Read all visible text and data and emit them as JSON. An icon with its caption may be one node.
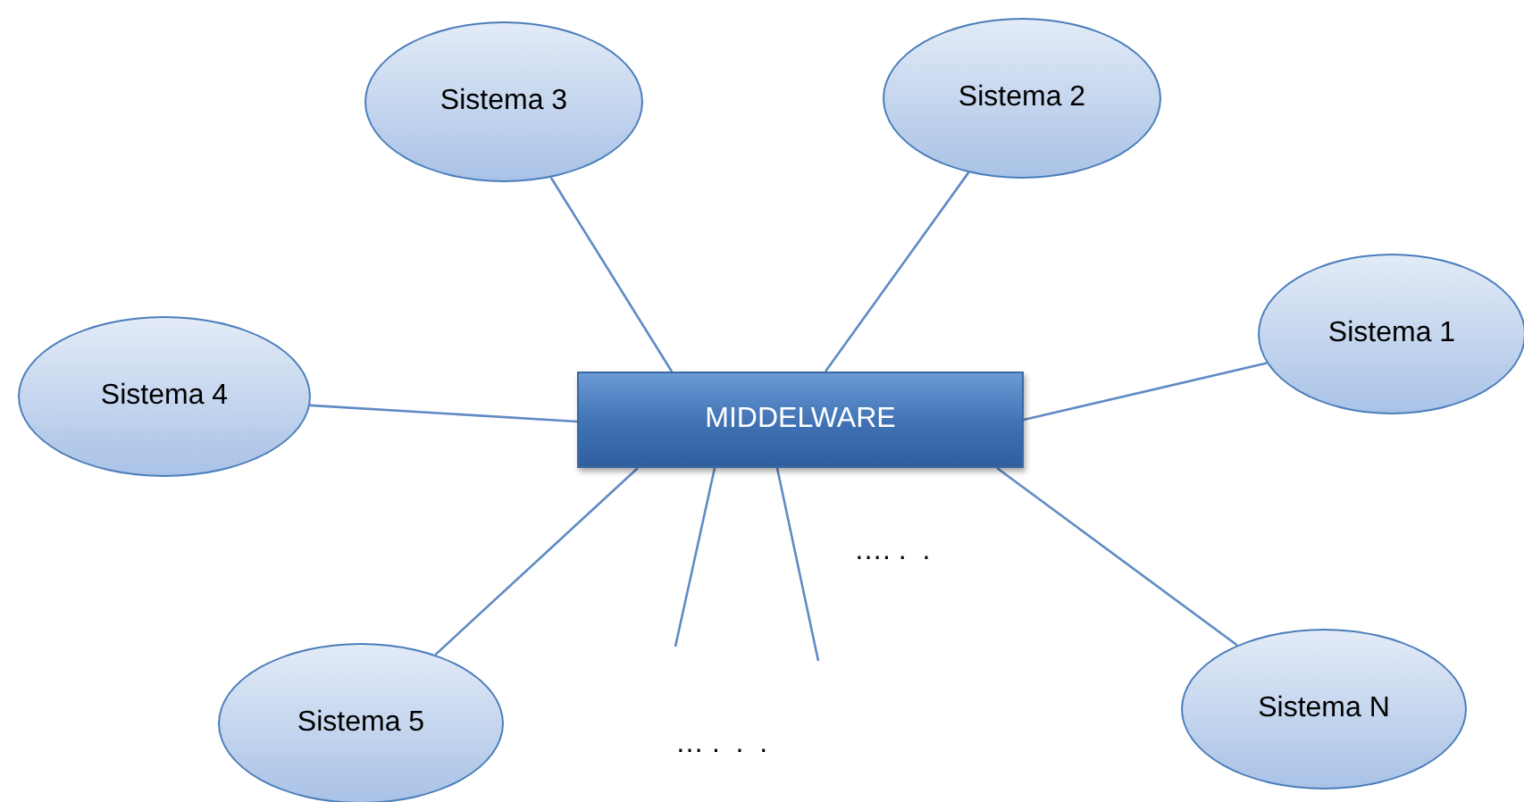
{
  "diagram": {
    "nodes": [
      {
        "text": [
          "MIDDELWARE"
        ]
      },
      {
        "text": [
          "Sistema 3"
        ]
      },
      {
        "text": [
          "Sistema 2"
        ]
      },
      {
        "text": [
          "Sistema 1"
        ]
      },
      {
        "text": [
          "Sistema 4"
        ]
      },
      {
        "text": [
          "Sistema 5"
        ]
      },
      {
        "text": [
          "Sistema N"
        ]
      }
    ],
    "edges": [
      {
        "from": 0,
        "to": 1,
        "arrow": "none"
      },
      {
        "from": 0,
        "to": 2,
        "arrow": "none"
      },
      {
        "from": 0,
        "to": 3,
        "arrow": "none"
      },
      {
        "from": 0,
        "to": 4,
        "arrow": "none"
      },
      {
        "from": 0,
        "to": 5,
        "arrow": "none"
      },
      {
        "from": 0,
        "to": 6,
        "arrow": "none"
      },
      {
        "from": 0,
        "to": null,
        "arrow": "none"
      },
      {
        "from": 0,
        "to": null,
        "arrow": "none"
      }
    ],
    "labels": [
      "…. .  .",
      "… .  .  ."
    ]
  }
}
